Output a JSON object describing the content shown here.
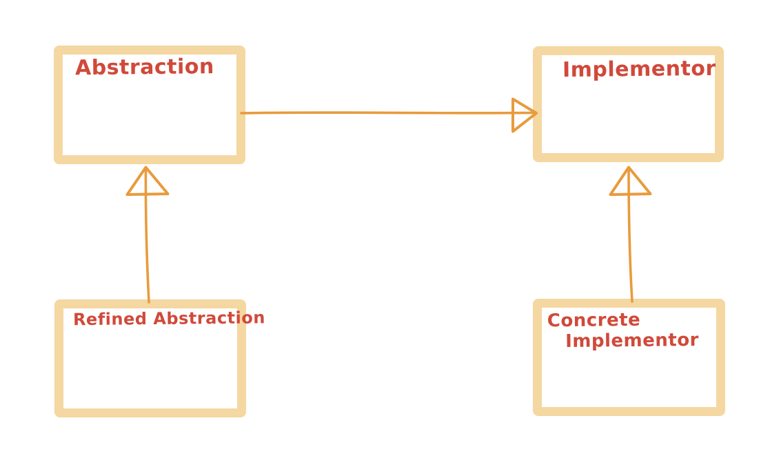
{
  "diagram": {
    "colors": {
      "box_border": "#f4d7a1",
      "box_fill": "#ffffff",
      "arrow": "#e89b3d",
      "label_text": "#d0493a",
      "background": "#ffffff"
    },
    "nodes": [
      {
        "id": "abstraction",
        "label": "Abstraction"
      },
      {
        "id": "implementor",
        "label": "Implementor"
      },
      {
        "id": "refined-abstraction",
        "label": "Refined Abstraction"
      },
      {
        "id": "concrete-implementor",
        "label_line1": "Concrete",
        "label_line2": "Implementor"
      }
    ],
    "edges": [
      {
        "from": "abstraction",
        "to": "implementor",
        "arrowhead": "open-triangle",
        "direction": "right"
      },
      {
        "from": "refined-abstraction",
        "to": "abstraction",
        "arrowhead": "open-triangle",
        "direction": "up"
      },
      {
        "from": "concrete-implementor",
        "to": "implementor",
        "arrowhead": "open-triangle",
        "direction": "up"
      }
    ]
  }
}
